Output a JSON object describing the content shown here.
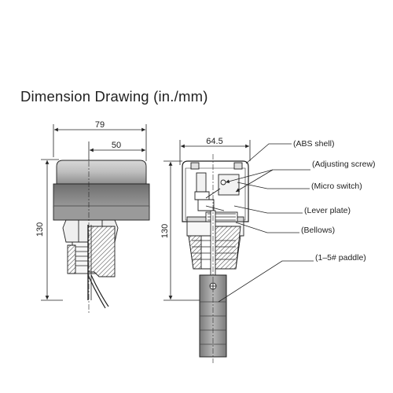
{
  "title": "Dimension Drawing (in./mm)",
  "dimensions": {
    "overall_width": "79",
    "half_width": "50",
    "height_left": "130",
    "section_width": "64.5",
    "height_right": "130"
  },
  "callouts": [
    {
      "id": "abs",
      "text": "(ABS shell)"
    },
    {
      "id": "screw",
      "text": "(Adjusting screw)"
    },
    {
      "id": "micro",
      "text": "(Micro switch)"
    },
    {
      "id": "lever",
      "text": "(Lever plate)"
    },
    {
      "id": "bellows",
      "text": "(Bellows)"
    },
    {
      "id": "paddle",
      "text": "(1–5# paddle)"
    }
  ]
}
